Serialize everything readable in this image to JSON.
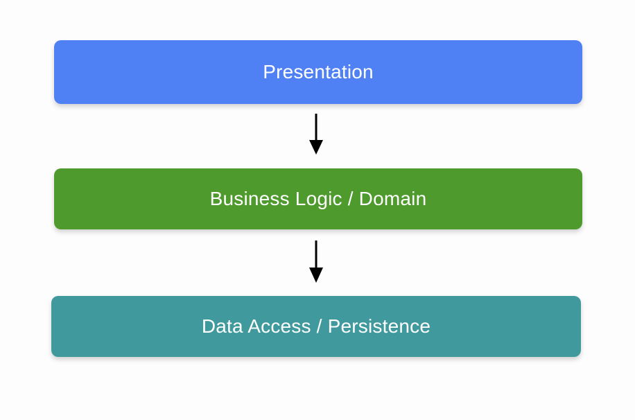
{
  "diagram": {
    "type": "layered-architecture-flow",
    "background_color": "#fdfdfd",
    "title": "",
    "layers": [
      {
        "id": "presentation",
        "label": "Presentation",
        "color": "#4f81f5",
        "text_color": "#ffffff",
        "order": 1
      },
      {
        "id": "business-logic",
        "label": "Business Logic / Domain",
        "color": "#4e9a2d",
        "text_color": "#ffffff",
        "order": 2
      },
      {
        "id": "data-access",
        "label": "Data Access / Persistence",
        "color": "#409a9d",
        "text_color": "#ffffff",
        "order": 3
      }
    ],
    "connectors": [
      {
        "id": "connector-1",
        "from": "presentation",
        "to": "business-logic",
        "direction": "down",
        "color": "#000000",
        "label": ""
      },
      {
        "id": "connector-2",
        "from": "business-logic",
        "to": "data-access",
        "direction": "down",
        "color": "#000000",
        "label": ""
      }
    ]
  }
}
